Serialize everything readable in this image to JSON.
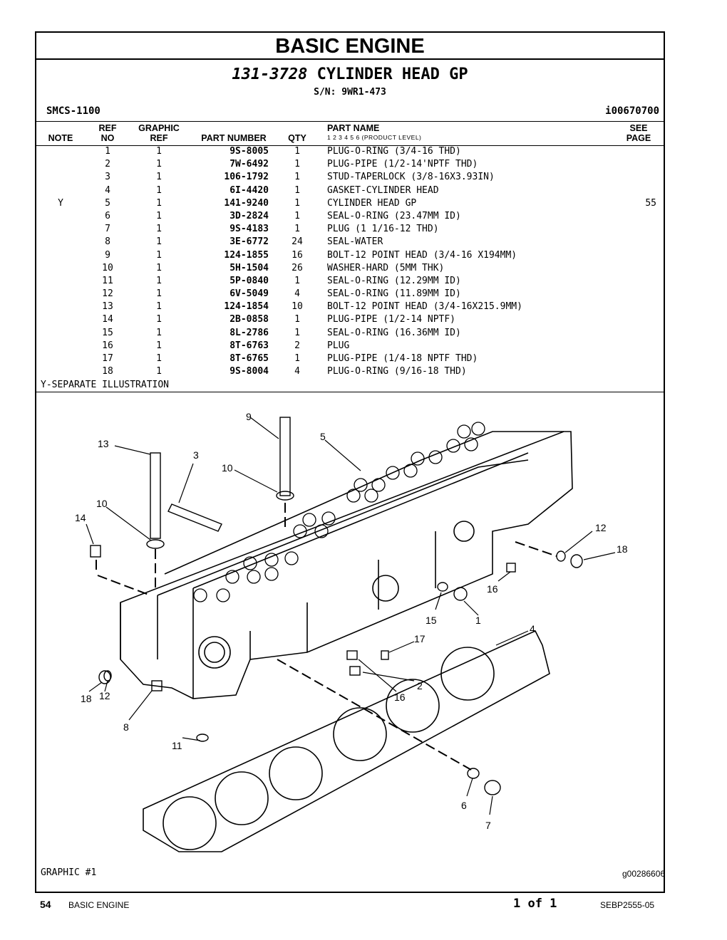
{
  "header": {
    "section_title": "BASIC ENGINE",
    "part_number": "131-3728",
    "group_name": "CYLINDER HEAD GP",
    "serial": "S/N: 9WR1-473",
    "smcs": "SMCS-1100",
    "illustration_id": "i00670700"
  },
  "columns": {
    "note": "NOTE",
    "ref_line1": "REF",
    "ref_line2": "NO",
    "graphic_line1": "GRAPHIC",
    "graphic_line2": "REF",
    "part_number": "PART NUMBER",
    "qty": "QTY",
    "part_name": "PART NAME",
    "levels": "1   2   3   4   5   6   (PRODUCT LEVEL)",
    "see_line1": "SEE",
    "see_line2": "PAGE"
  },
  "parts": [
    {
      "note": "",
      "ref": "1",
      "graphic": "1",
      "part_number": "9S-8005",
      "qty": "1",
      "name": "PLUG-O-RING (3/4-16 THD)",
      "see": ""
    },
    {
      "note": "",
      "ref": "2",
      "graphic": "1",
      "part_number": "7W-6492",
      "qty": "1",
      "name": "PLUG-PIPE (1/2-14'NPTF THD)",
      "see": ""
    },
    {
      "note": "",
      "ref": "3",
      "graphic": "1",
      "part_number": "106-1792",
      "qty": "1",
      "name": "STUD-TAPERLOCK (3/8-16X3.93IN)",
      "see": ""
    },
    {
      "note": "",
      "ref": "4",
      "graphic": "1",
      "part_number": "6I-4420",
      "qty": "1",
      "name": "GASKET-CYLINDER HEAD",
      "see": ""
    },
    {
      "note": "Y",
      "ref": "5",
      "graphic": "1",
      "part_number": "141-9240",
      "qty": "1",
      "name": "CYLINDER HEAD GP",
      "see": "55"
    },
    {
      "note": "",
      "ref": "6",
      "graphic": "1",
      "part_number": "3D-2824",
      "qty": "1",
      "name": "SEAL-O-RING (23.47MM ID)",
      "see": ""
    },
    {
      "note": "",
      "ref": "7",
      "graphic": "1",
      "part_number": "9S-4183",
      "qty": "1",
      "name": "PLUG (1 1/16-12 THD)",
      "see": ""
    },
    {
      "note": "",
      "ref": "8",
      "graphic": "1",
      "part_number": "3E-6772",
      "qty": "24",
      "name": "SEAL-WATER",
      "see": ""
    },
    {
      "note": "",
      "ref": "9",
      "graphic": "1",
      "part_number": "124-1855",
      "qty": "16",
      "name": "BOLT-12 POINT HEAD (3/4-16 X194MM)",
      "see": ""
    },
    {
      "note": "",
      "ref": "10",
      "graphic": "1",
      "part_number": "5H-1504",
      "qty": "26",
      "name": "WASHER-HARD (5MM THK)",
      "see": ""
    },
    {
      "note": "",
      "ref": "11",
      "graphic": "1",
      "part_number": "5P-0840",
      "qty": "1",
      "name": "SEAL-O-RING (12.29MM ID)",
      "see": ""
    },
    {
      "note": "",
      "ref": "12",
      "graphic": "1",
      "part_number": "6V-5049",
      "qty": "4",
      "name": "SEAL-O-RING (11.89MM ID)",
      "see": ""
    },
    {
      "note": "",
      "ref": "13",
      "graphic": "1",
      "part_number": "124-1854",
      "qty": "10",
      "name": "BOLT-12 POINT HEAD (3/4-16X215.9MM)",
      "see": ""
    },
    {
      "note": "",
      "ref": "14",
      "graphic": "1",
      "part_number": "2B-0858",
      "qty": "1",
      "name": "PLUG-PIPE (1/2-14 NPTF)",
      "see": ""
    },
    {
      "note": "",
      "ref": "15",
      "graphic": "1",
      "part_number": "8L-2786",
      "qty": "1",
      "name": "SEAL-O-RING (16.36MM ID)",
      "see": ""
    },
    {
      "note": "",
      "ref": "16",
      "graphic": "1",
      "part_number": "8T-6763",
      "qty": "2",
      "name": "PLUG",
      "see": ""
    },
    {
      "note": "",
      "ref": "17",
      "graphic": "1",
      "part_number": "8T-6765",
      "qty": "1",
      "name": "PLUG-PIPE (1/4-18 NPTF THD)",
      "see": ""
    },
    {
      "note": "",
      "ref": "18",
      "graphic": "1",
      "part_number": "9S-8004",
      "qty": "4",
      "name": "PLUG-O-RING (9/16-18 THD)",
      "see": ""
    }
  ],
  "footnote": "Y-SEPARATE ILLUSTRATION",
  "graphic": {
    "label": "GRAPHIC #1",
    "id": "g00286606",
    "callouts": [
      "9",
      "5",
      "13",
      "3",
      "10",
      "10",
      "14",
      "12",
      "18",
      "16",
      "15",
      "1",
      "4",
      "17",
      "2",
      "16",
      "18",
      "12",
      "8",
      "11",
      "6",
      "7"
    ]
  },
  "footer": {
    "page": "54",
    "section": "BASIC ENGINE",
    "page_of": "1 of 1",
    "doc_id": "SEBP2555-05"
  }
}
